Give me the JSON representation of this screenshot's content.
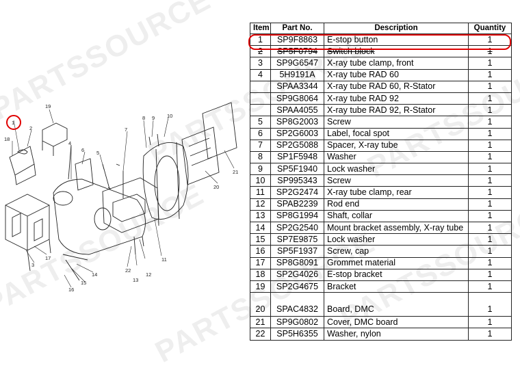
{
  "watermark": "PARTSSOURCE",
  "table": {
    "headers": [
      "Item",
      "Part No.",
      "Description",
      "Quantity"
    ],
    "rows": [
      {
        "item": "1",
        "part": "SP9F8863",
        "desc": "E-stop button",
        "qty": "1"
      },
      {
        "item": "2",
        "part": "SP5F0794",
        "desc": "Switch block",
        "qty": "1"
      },
      {
        "item": "3",
        "part": "SP9G6547",
        "desc": "X-ray tube clamp, front",
        "qty": "1"
      },
      {
        "item": "4",
        "part": "5H9191A",
        "desc": "X-ray tube RAD 60",
        "qty": "1"
      },
      {
        "item": "",
        "part": "SPAA3344",
        "desc": "X-ray tube RAD 60, R-Stator",
        "qty": "1"
      },
      {
        "item": "",
        "part": "SP9G8064",
        "desc": "X-ray tube RAD 92",
        "qty": "1"
      },
      {
        "item": "",
        "part": "SPAA4055",
        "desc": "X-ray tube RAD 92, R-Stator",
        "qty": "1"
      },
      {
        "item": "5",
        "part": "SP8G2003",
        "desc": "Screw",
        "qty": "1"
      },
      {
        "item": "6",
        "part": "SP2G6003",
        "desc": "Label, focal spot",
        "qty": "1"
      },
      {
        "item": "7",
        "part": "SP2G5088",
        "desc": "Spacer, X-ray tube",
        "qty": "1"
      },
      {
        "item": "8",
        "part": "SP1F5948",
        "desc": "Washer",
        "qty": "1"
      },
      {
        "item": "9",
        "part": "SP5F1940",
        "desc": "Lock washer",
        "qty": "1"
      },
      {
        "item": "10",
        "part": "SP995343",
        "desc": "Screw",
        "qty": "1"
      },
      {
        "item": "11",
        "part": "SP2G2474",
        "desc": "X-ray tube clamp, rear",
        "qty": "1"
      },
      {
        "item": "12",
        "part": "SPAB2239",
        "desc": "Rod end",
        "qty": "1"
      },
      {
        "item": "13",
        "part": "SP8G1994",
        "desc": "Shaft, collar",
        "qty": "1"
      },
      {
        "item": "14",
        "part": "SP2G2540",
        "desc": "Mount bracket assembly, X-ray tube",
        "qty": "1"
      },
      {
        "item": "15",
        "part": "SP7E9875",
        "desc": "Lock washer",
        "qty": "1"
      },
      {
        "item": "16",
        "part": "SP5F1937",
        "desc": "Screw, cap",
        "qty": "1"
      },
      {
        "item": "17",
        "part": "SP8G8091",
        "desc": "Grommet material",
        "qty": "1"
      },
      {
        "item": "18",
        "part": "SP2G4026",
        "desc": "E-stop bracket",
        "qty": "1"
      },
      {
        "item": "19",
        "part": "SP2G4675",
        "desc": "Bracket",
        "qty": "1"
      },
      {
        "item": "20",
        "part": "SPAC4832",
        "desc": "Board, DMC",
        "qty": "1"
      },
      {
        "item": "21",
        "part": "SP9G0802",
        "desc": "Cover, DMC board",
        "qty": "1"
      },
      {
        "item": "22",
        "part": "SP5H6355",
        "desc": "Washer, nylon",
        "qty": "1"
      }
    ]
  },
  "diagram": {
    "callouts": [
      "1",
      "2",
      "3",
      "4",
      "5",
      "6",
      "7",
      "8",
      "9",
      "10",
      "11",
      "12",
      "13",
      "14",
      "15",
      "16",
      "17",
      "18",
      "19",
      "20",
      "21",
      "22"
    ]
  },
  "colors": {
    "highlight": "#e00000",
    "line": "#222222"
  }
}
